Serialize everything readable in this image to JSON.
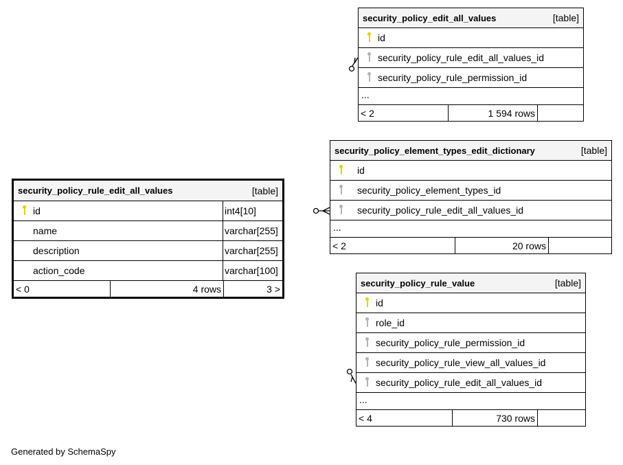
{
  "tables": [
    {
      "name": "security_policy_edit_all_values",
      "kind": "[table]",
      "columns": [
        {
          "name": "id",
          "key": "primary-key"
        },
        {
          "name": "security_policy_rule_edit_all_values_id",
          "key": "foreign-key"
        },
        {
          "name": "security_policy_rule_permission_id",
          "key": "foreign-key"
        }
      ],
      "ellipsis": "...",
      "parents": "< 2",
      "rows": "1 594 rows",
      "children": ""
    },
    {
      "name": "security_policy_element_types_edit_dictionary",
      "kind": "[table]",
      "columns": [
        {
          "name": "id",
          "key": "primary-key"
        },
        {
          "name": "security_policy_element_types_id",
          "key": "foreign-key"
        },
        {
          "name": "security_policy_rule_edit_all_values_id",
          "key": "foreign-key"
        }
      ],
      "ellipsis": "...",
      "parents": "< 2",
      "rows": "20 rows",
      "children": ""
    },
    {
      "name": "security_policy_rule_value",
      "kind": "[table]",
      "columns": [
        {
          "name": "id",
          "key": "primary-key"
        },
        {
          "name": "role_id",
          "key": "foreign-key"
        },
        {
          "name": "security_policy_rule_permission_id",
          "key": "foreign-key"
        },
        {
          "name": "security_policy_rule_view_all_values_id",
          "key": "foreign-key"
        },
        {
          "name": "security_policy_rule_edit_all_values_id",
          "key": "foreign-key"
        }
      ],
      "ellipsis": "...",
      "parents": "< 4",
      "rows": "730 rows",
      "children": ""
    },
    {
      "name": "security_policy_rule_edit_all_values",
      "kind": "[table]",
      "columns": [
        {
          "name": "id",
          "key": "primary-key",
          "type": "int4[10]"
        },
        {
          "name": "name",
          "key": "",
          "type": "varchar[255]"
        },
        {
          "name": "description",
          "key": "",
          "type": "varchar[255]"
        },
        {
          "name": "action_code",
          "key": "",
          "type": "varchar[100]"
        }
      ],
      "parents": "< 0",
      "rows": "4 rows",
      "children": "3 >"
    }
  ],
  "footer": "Generated by SchemaSpy"
}
